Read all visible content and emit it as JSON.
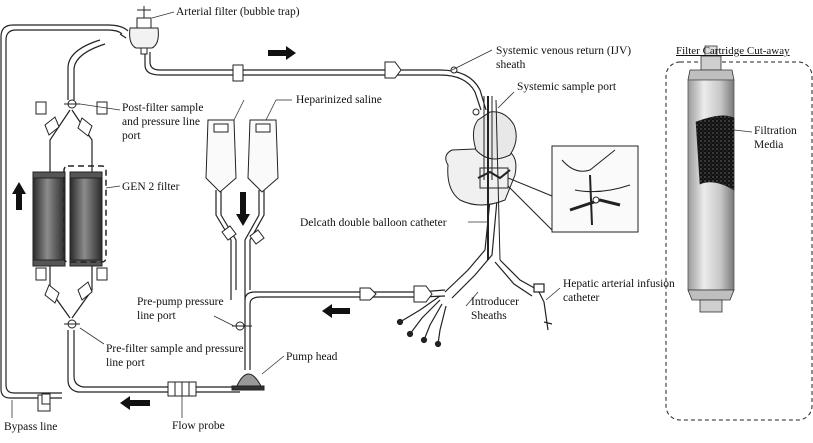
{
  "labels": {
    "arterial_filter": "Arterial filter (bubble trap)",
    "systemic_venous_return": "Systemic venous return (IJV) sheath",
    "systemic_sample_port": "Systemic sample port",
    "heparinized_saline": "Heparinized saline",
    "post_filter": "Post-filter sample and pressure line port",
    "gen2_filter": "GEN 2 filter",
    "delcath_catheter": "Delcath double balloon catheter",
    "hepatic_arterial": "Hepatic arterial infusion catheter",
    "introducer_sheaths": "Introducer Sheaths",
    "pre_pump": "Pre-pump pressure line port",
    "pre_filter": "Pre-filter sample and pressure line port",
    "pump_head": "Pump head",
    "flow_probe": "Flow probe",
    "bypass_line": "Bypass line"
  },
  "cutaway": {
    "title": "Filter Cartridge Cut-away",
    "media_label": "Filtration Media"
  },
  "colors": {
    "line": "#222222",
    "tube_fill": "#ffffff",
    "filter_dark": "#3a3a3a",
    "cartridge_light": "#d9d9d9",
    "cartridge_shadow": "#8a8a8a",
    "media": "#1a1a1a"
  }
}
